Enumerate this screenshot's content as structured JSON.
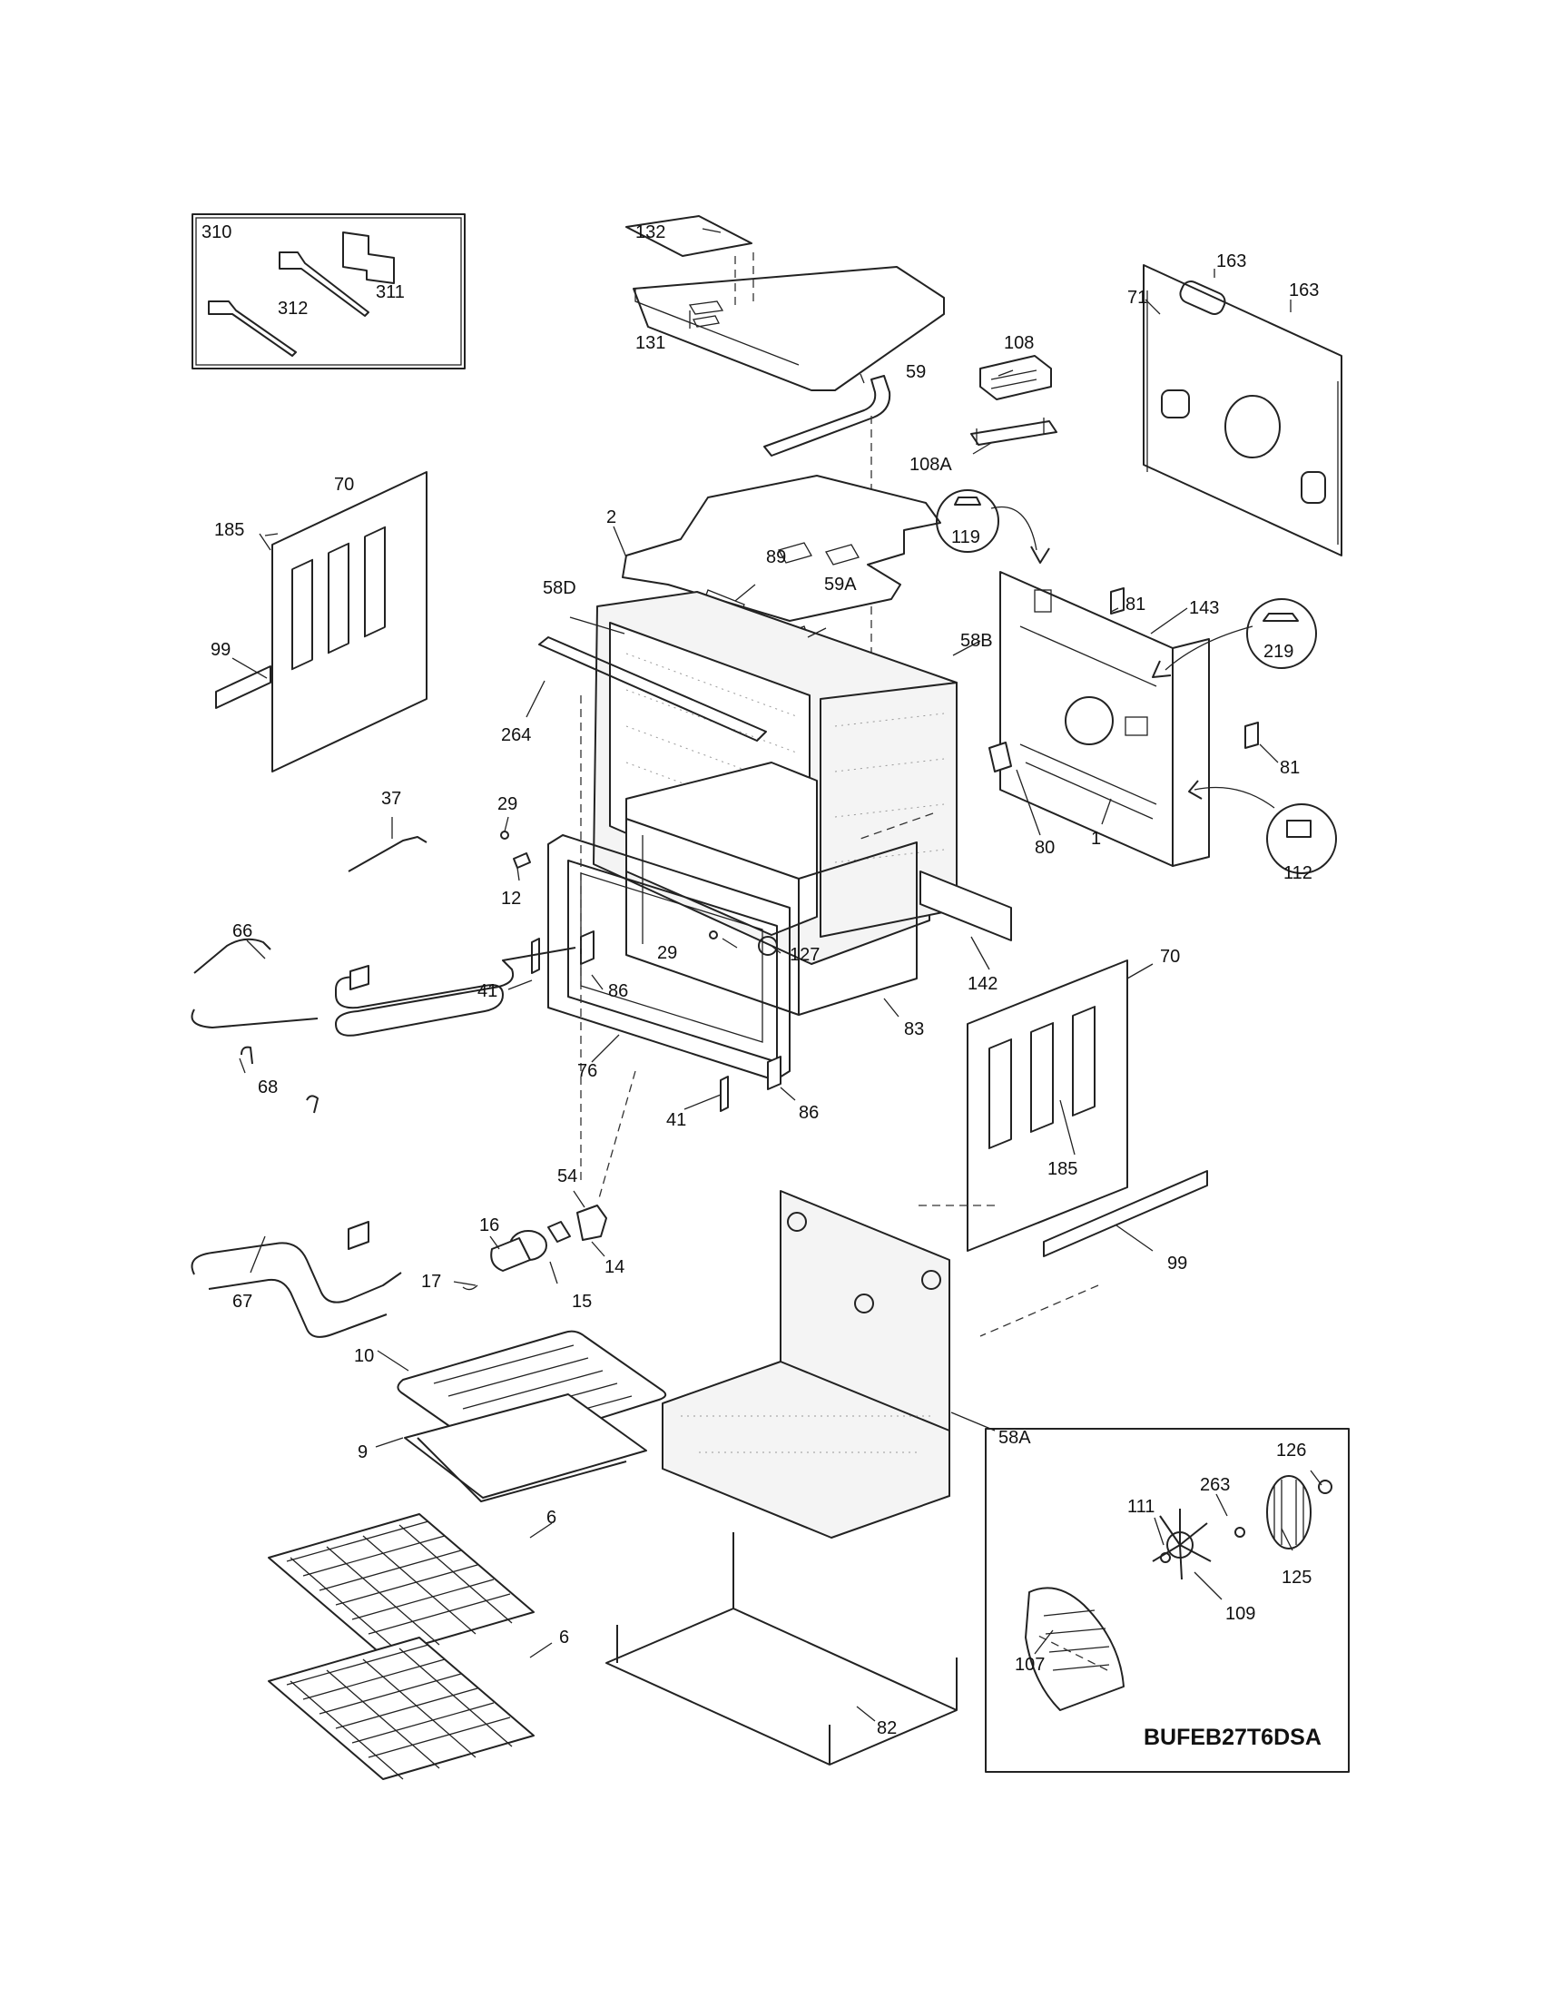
{
  "model_number": "BUFEB27T6DSA",
  "callouts": {
    "c310": "310",
    "c311": "311",
    "c312": "312",
    "c132": "132",
    "c131": "131",
    "c59": "59",
    "c163a": "163",
    "c163b": "163",
    "c71": "71",
    "c108": "108",
    "c108a": "108A",
    "c119": "119",
    "c70a": "70",
    "c185a": "185",
    "c99a": "99",
    "c2": "2",
    "c89": "89",
    "c58d": "58D",
    "c59a": "59A",
    "c58b": "58B",
    "c81a": "81",
    "c143": "143",
    "c219": "219",
    "c264": "264",
    "c37": "37",
    "c29a": "29",
    "c12": "12",
    "c81b": "81",
    "c80": "80",
    "c1": "1",
    "c112": "112",
    "c66": "66",
    "c29b": "29",
    "c127": "127",
    "c142": "142",
    "c41a": "41",
    "c86a": "86",
    "c76": "76",
    "c83": "83",
    "c68": "68",
    "c41b": "41",
    "c86b": "86",
    "c70b": "70",
    "c185b": "185",
    "c99b": "99",
    "c54": "54",
    "c16": "16",
    "c14": "14",
    "c17": "17",
    "c15": "15",
    "c67": "67",
    "c10": "10",
    "c9": "9",
    "c58a": "58A",
    "c126": "126",
    "c263": "263",
    "c111": "111",
    "c125": "125",
    "c109": "109",
    "c107": "107",
    "c6a": "6",
    "c6b": "6",
    "c82": "82"
  }
}
